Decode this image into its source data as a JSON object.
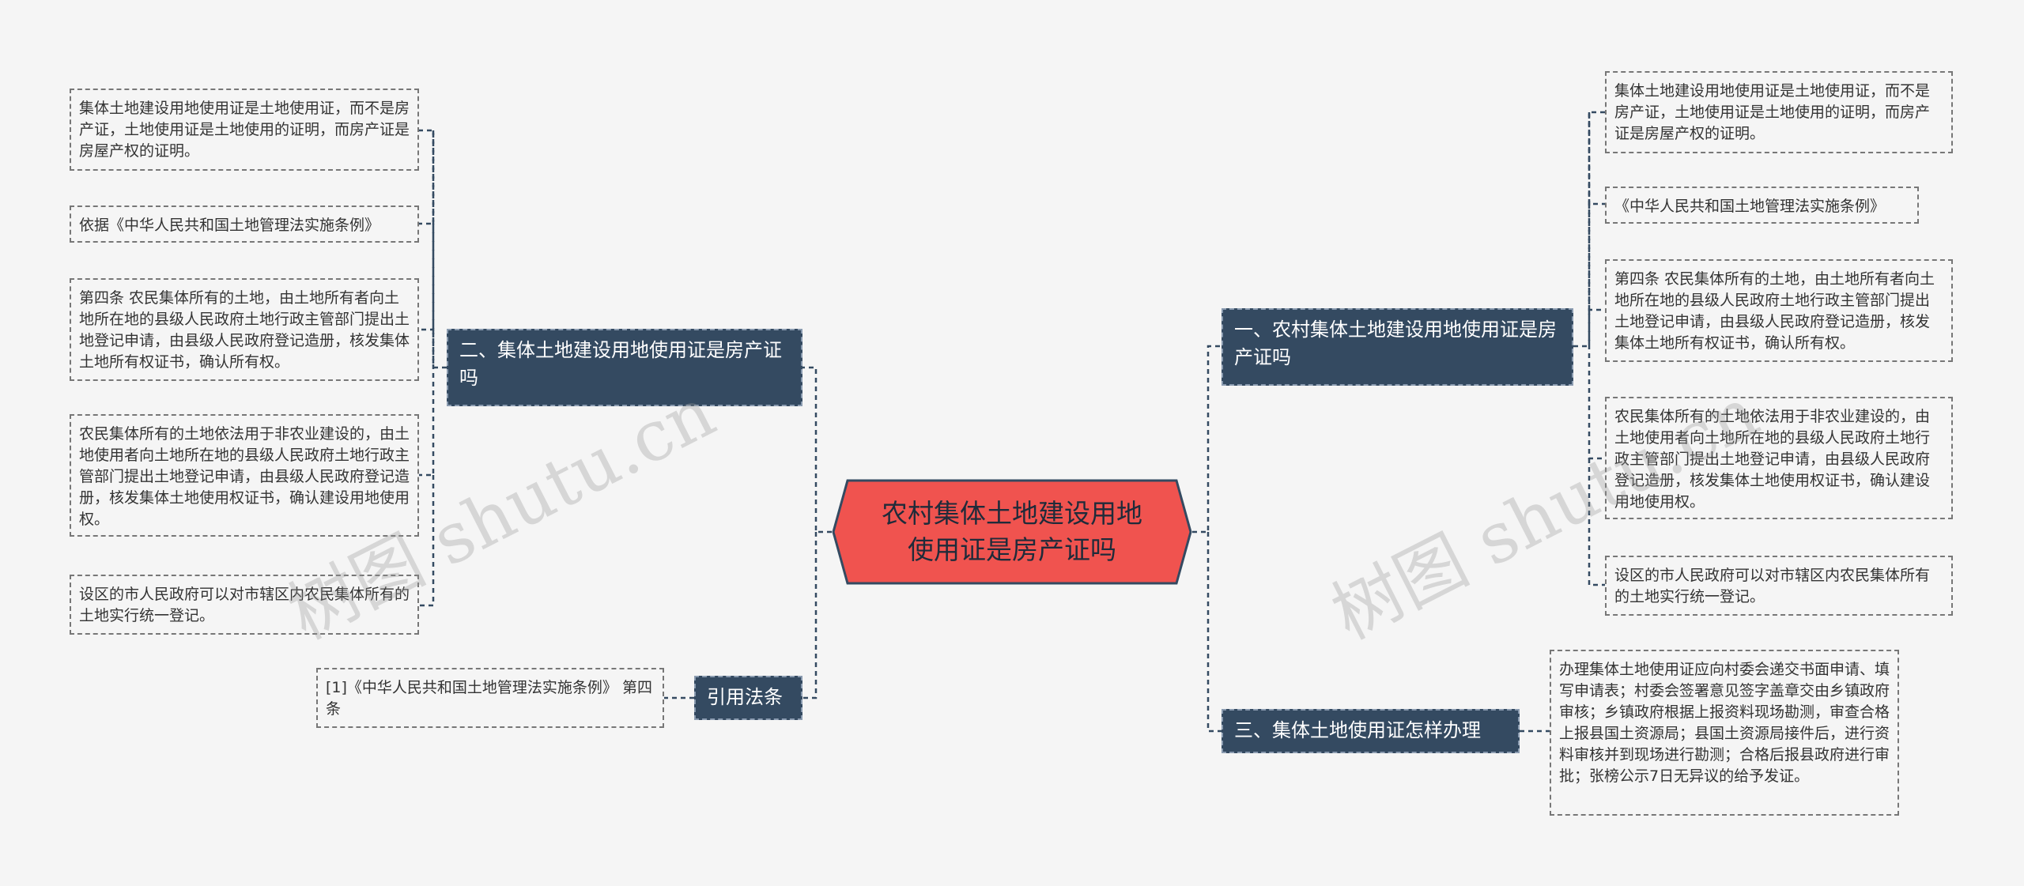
{
  "central": {
    "label": "农村集体土地建设用地使用证是房产证吗"
  },
  "branches": [
    {
      "label": "一、农村集体土地建设用地使用证是房产证吗"
    },
    {
      "label": "二、集体土地建设用地使用证是房产证吗"
    },
    {
      "label": "三、集体土地使用证怎样办理"
    },
    {
      "label": "引用法条"
    }
  ],
  "right_leaves": [
    "集体土地建设用地使用证是土地使用证，而不是房产证，土地使用证是土地使用的证明，而房产证是房屋产权的证明。",
    "《中华人民共和国土地管理法实施条例》",
    "第四条 农民集体所有的土地，由土地所有者向土地所在地的县级人民政府土地行政主管部门提出土地登记申请，由县级人民政府登记造册，核发集体土地所有权证书，确认所有权。",
    "农民集体所有的土地依法用于非农业建设的，由土地使用者向土地所在地的县级人民政府土地行政主管部门提出土地登记申请，由县级人民政府登记造册，核发集体土地使用权证书，确认建设用地使用权。",
    "设区的市人民政府可以对市辖区内农民集体所有的土地实行统一登记。"
  ],
  "left_leaves": [
    "集体土地建设用地使用证是土地使用证，而不是房产证，土地使用证是土地使用的证明，而房产证是房屋产权的证明。",
    "依据《中华人民共和国土地管理法实施条例》",
    "第四条 农民集体所有的土地，由土地所有者向土地所在地的县级人民政府土地行政主管部门提出土地登记申请，由县级人民政府登记造册，核发集体土地所有权证书，确认所有权。",
    "农民集体所有的土地依法用于非农业建设的，由土地使用者向土地所在地的县级人民政府土地行政主管部门提出土地登记申请，由县级人民政府登记造册，核发集体土地使用权证书，确认建设用地使用权。",
    "设区的市人民政府可以对市辖区内农民集体所有的土地实行统一登记。"
  ],
  "procedure_leaf": "办理集体土地使用证应向村委会递交书面申请、填写申请表；村委会签署意见签字盖章交由乡镇政府审核；乡镇政府根据上报资料现场勘测，审查合格上报县国土资源局；县国土资源局接件后，进行资料审核并到现场进行勘测；合格后报县政府进行审批；张榜公示7日无异议的给予发证。",
  "citation_leaf": "[1]《中华人民共和国土地管理法实施条例》 第四条",
  "watermarks": [
    "树图 shutu.cn",
    "树图 shutu.cn"
  ],
  "colors": {
    "background": "#f5f5f5",
    "central_fill": "#f0534f",
    "branch_fill": "#344a61",
    "connector": "#344a61"
  }
}
